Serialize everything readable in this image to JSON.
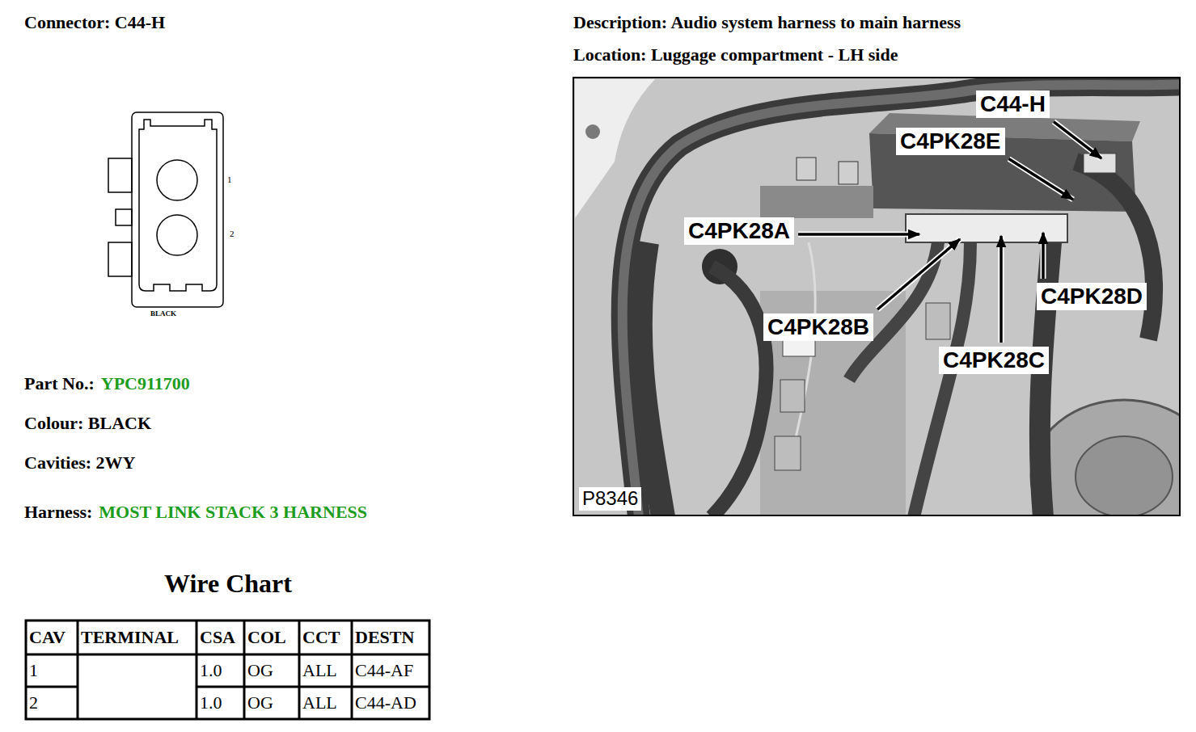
{
  "diagram": {
    "labels": [
      "Connector: C44-H",
      "1",
      "2",
      "BLACK",
      "Part No.:",
      "YPC911700",
      "Colour: BLACK",
      "Cavities: 2WY",
      "Harness:",
      "MOST LINK STACK 3 HARNESS",
      "Wire Chart",
      "CAV",
      "TERMINAL",
      "CSA",
      "COL",
      "CCT",
      "DESTN",
      "1",
      "1.0",
      "OG",
      "ALL",
      "C44-AF",
      "2",
      "1.0",
      "OG",
      "ALL",
      "C44-AD",
      "Description: Audio system harness to main harness",
      "Location: Luggage compartment - LH side",
      "C44-H",
      "C4PK28E",
      "C4PK28A",
      "C4PK28B",
      "C4PK28C",
      "C4PK28D",
      "P8346"
    ]
  }
}
